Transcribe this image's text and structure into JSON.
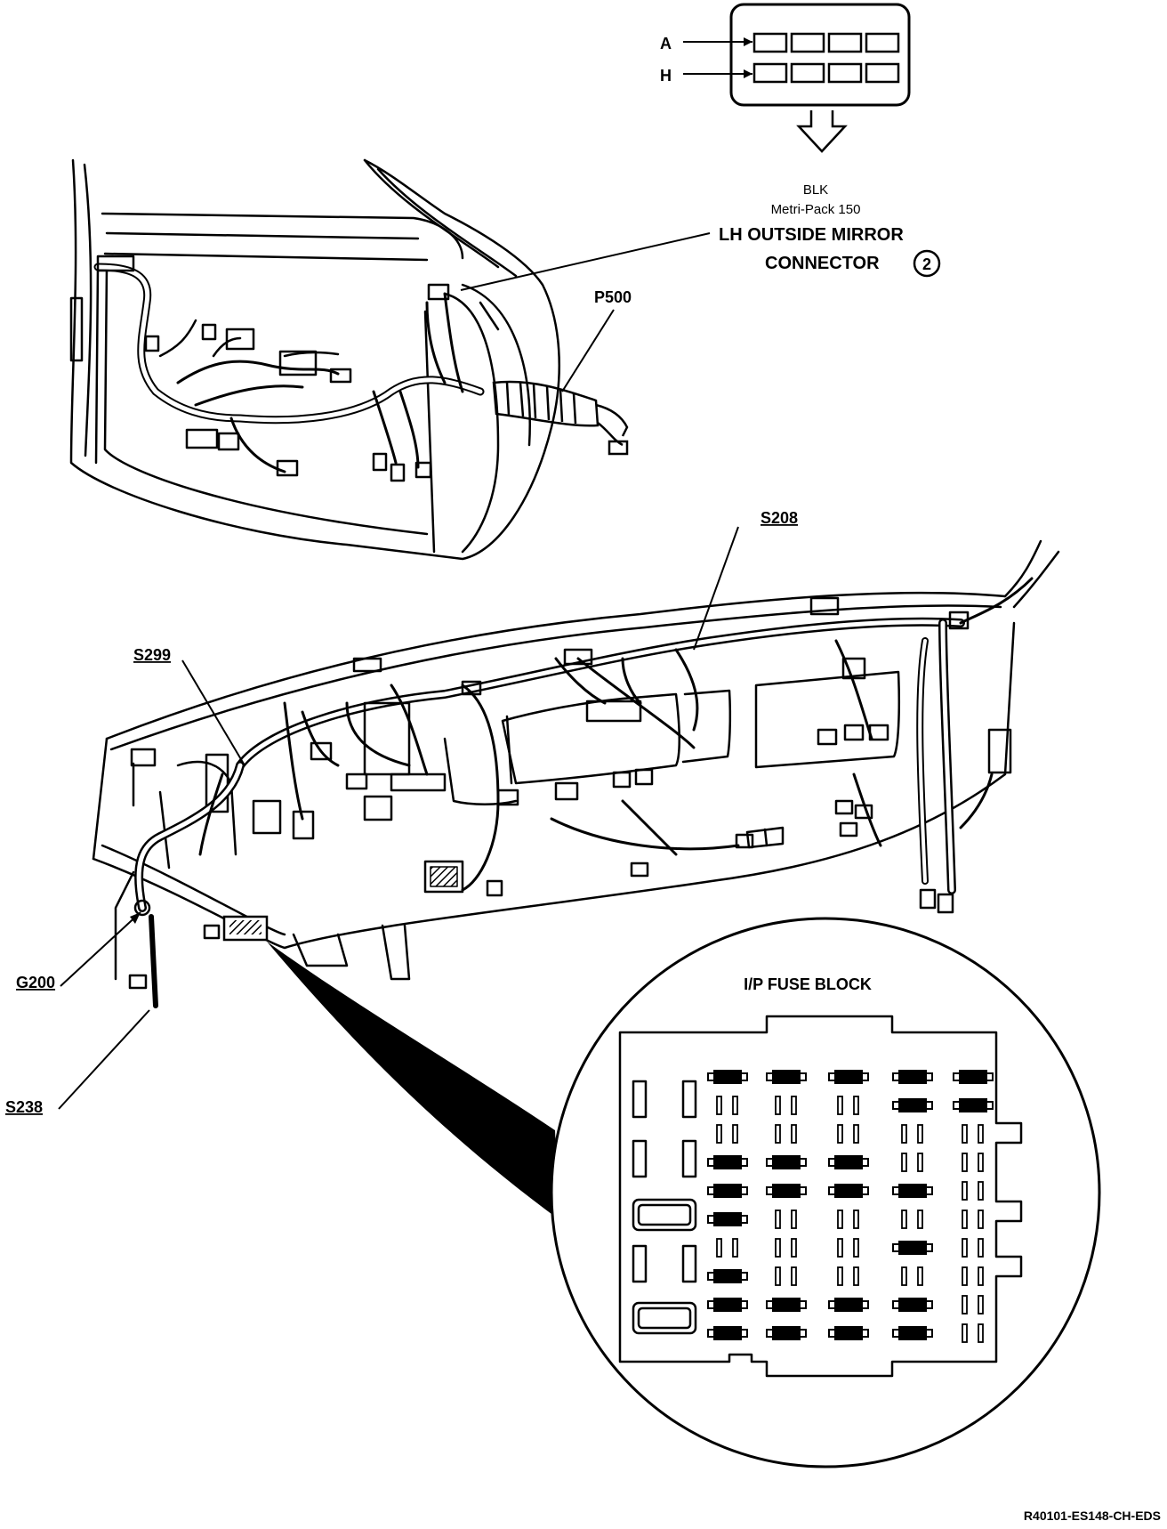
{
  "connector": {
    "pin_a": "A",
    "pin_h": "H",
    "color": "BLK",
    "type": "Metri-Pack 150",
    "title_line1": "LH OUTSIDE MIRROR",
    "title_line2": "CONNECTOR",
    "number": "2"
  },
  "callouts": {
    "p500": "P500",
    "s208": "S208",
    "s299": "S299",
    "g200": "G200",
    "s238": "S238"
  },
  "fuse_block": {
    "title": "I/P FUSE BLOCK"
  },
  "footer": {
    "code": "R40101-ES148-CH-EDS"
  }
}
